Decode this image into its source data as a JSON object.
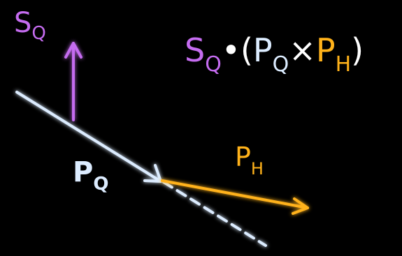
{
  "colors": {
    "spin": "#c56cf0",
    "quark_momentum": "#dcecff",
    "hadron_momentum": "#ffb21a",
    "background": "#000000"
  },
  "labels": {
    "spin": {
      "main": "S",
      "sub": "Q"
    },
    "quark_momentum": {
      "main": "P",
      "sub": "Q"
    },
    "hadron_momentum": {
      "main": "P",
      "sub": "H"
    }
  },
  "formula": {
    "s_main": "S",
    "s_sub": "Q",
    "dot": "•",
    "open": "(",
    "pq_main": "P",
    "pq_sub": "Q",
    "cross": "×",
    "ph_main": "P",
    "ph_sub": "H",
    "close": ")"
  }
}
